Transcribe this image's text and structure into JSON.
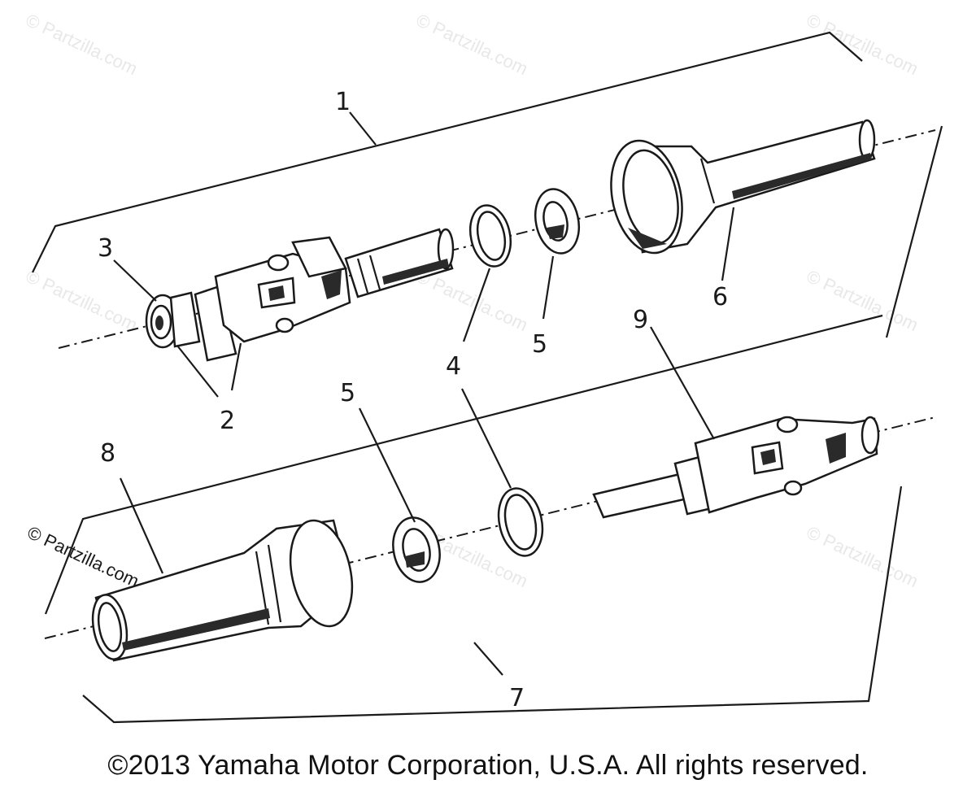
{
  "diagram": {
    "callouts": {
      "c1": "1",
      "c2": "2",
      "c3": "3",
      "c4_top": "4",
      "c5_top": "5",
      "c6": "6",
      "c9": "9",
      "c4_bottom": "4",
      "c5_bottom": "5",
      "c8": "8",
      "c7": "7"
    },
    "watermark": "© Partzilla.com",
    "watermark_label": "© Partzilla.com"
  },
  "footer": {
    "copyright": "©2013 Yamaha Motor Corporation, U.S.A. All rights reserved."
  }
}
